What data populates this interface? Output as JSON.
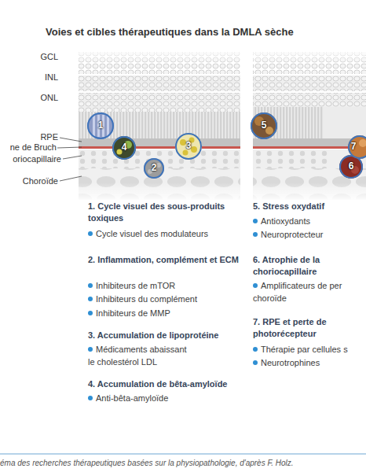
{
  "diagram": {
    "title": "Voies et cibles thérapeutiques dans la DMLA sèche",
    "caption": "éma des recherches thérapeutiques basées sur la physiopathologie, d'après F. Holz.",
    "nodes": [
      {
        "text": [
          "1"
        ]
      },
      {
        "text": [
          "2"
        ]
      },
      {
        "text": [
          "3"
        ]
      },
      {
        "text": [
          "4"
        ]
      },
      {
        "text": [
          "5"
        ]
      },
      {
        "text": [
          "6"
        ]
      },
      {
        "text": [
          "7"
        ]
      }
    ],
    "labels": [
      "GCL",
      "INL",
      "ONL",
      "RPE",
      "ne de Bruch",
      "oriocapillaire",
      "Choroïde",
      "1. Cycle visuel des sous-produits toxiques",
      "Cycle visuel des modulateurs",
      "2. Inflammation, complément et ECM",
      "Inhibiteurs de mTOR",
      "Inhibiteurs du complément",
      "Inhibiteurs de MMP",
      "3. Accumulation de lipoprotéine",
      "Médicaments abaissant le cholestérol LDL",
      "4. Accumulation de bêta-amyloïde",
      "Anti-bêta-amyloïde",
      "5. Stress oxydatif",
      "Antioxydants",
      "Neuroprotecteur",
      "6. Atrophie de la choriocapillaire",
      "Amplificateurs de per choroïde",
      "7. RPE et perte de photorécepteur",
      "Thérapie par cellules s",
      "Neurotrophines"
    ]
  }
}
